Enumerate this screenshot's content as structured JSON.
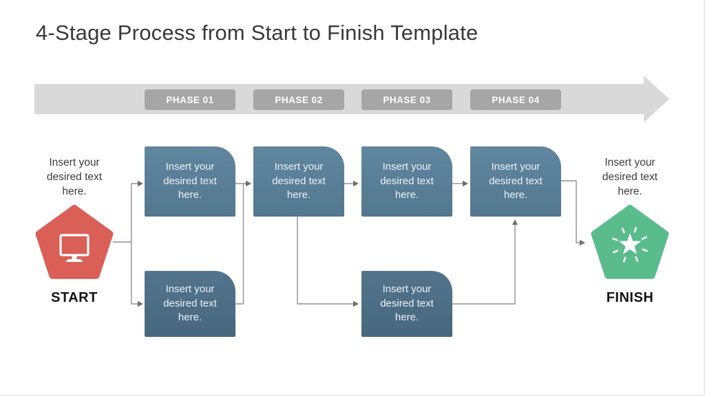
{
  "slide": {
    "title": "4-Stage Process from Start to Finish Template"
  },
  "timeline": {
    "arrow_color": "#d9d9d9",
    "pill_color": "#a6a6a6",
    "phases": [
      {
        "label": "PHASE 01"
      },
      {
        "label": "PHASE 02"
      },
      {
        "label": "PHASE 03"
      },
      {
        "label": "PHASE 04"
      }
    ]
  },
  "start": {
    "caption": "Insert your desired text here.",
    "label": "START",
    "color": "#d95f57",
    "icon": "monitor-icon"
  },
  "finish": {
    "caption": "Insert your desired text here.",
    "label": "FINISH",
    "color": "#5abc8c",
    "icon": "star-burst-icon"
  },
  "boxes": [
    {
      "id": "phase-01-top",
      "text": "Insert your desired text here."
    },
    {
      "id": "phase-02-top",
      "text": "Insert your desired text here."
    },
    {
      "id": "phase-03-top",
      "text": "Insert your desired text here."
    },
    {
      "id": "phase-04-top",
      "text": "Insert your desired text here."
    },
    {
      "id": "phase-01-bottom",
      "text": "Insert your desired text here."
    },
    {
      "id": "phase-03-bottom",
      "text": "Insert your desired text here."
    }
  ],
  "colors": {
    "box_top_row_gradient": [
      "#61869f",
      "#52778f"
    ],
    "box_bottom_row_gradient": [
      "#53748c",
      "#47677e"
    ],
    "connector_line": "#8f8f8f",
    "connector_arrowhead": "#6e6e6e",
    "title_text": "#393939",
    "box_text": "#edf3f7"
  }
}
